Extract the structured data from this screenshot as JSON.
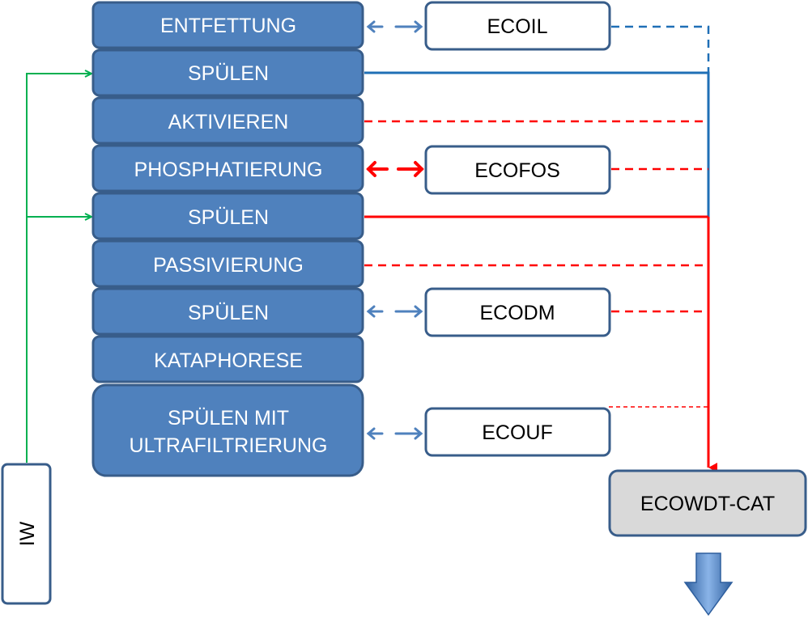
{
  "process_steps": [
    "ENTFETTUNG",
    "SPÜLEN",
    "AKTIVIEREN",
    "PHOSPHATIERUNG",
    "SPÜLEN",
    "PASSIVIERUNG",
    "SPÜLEN",
    "KATAPHORESE",
    [
      "SPÜLEN MIT",
      "ULTRAFILTRIERUNG"
    ]
  ],
  "eco_units": {
    "ecoil": "ECOIL",
    "ecofos": "ECOFOS",
    "ecodm": "ECODM",
    "ecouf": "ECOUF"
  },
  "treatment_unit": "ECOWDT-CAT",
  "water_input": "IW",
  "colors": {
    "step_fill": "#4f81bd",
    "step_border": "#385d8a",
    "blue_line": "#1f6fb6",
    "red_line": "#ff0000",
    "green_line": "#00b050",
    "arrow_blue": "#4f81bd",
    "treatment_fill": "#d9d9d9"
  }
}
